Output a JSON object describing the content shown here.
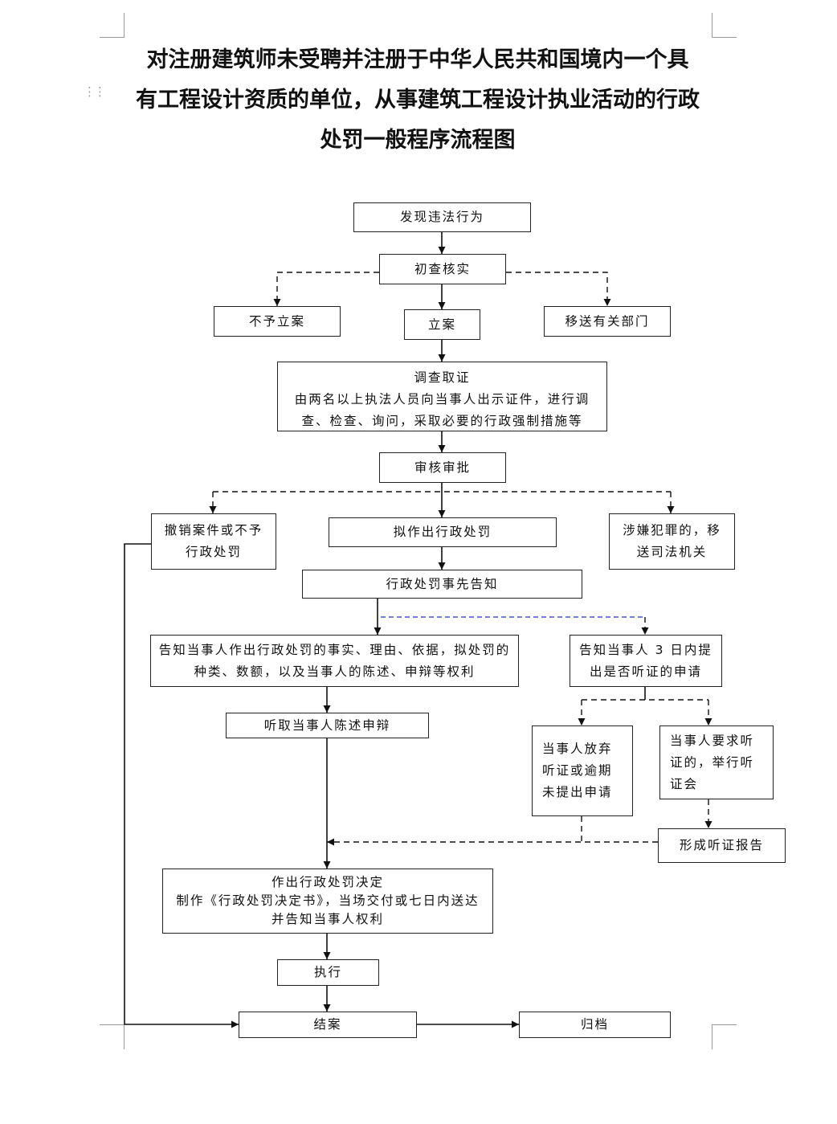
{
  "title": {
    "line1": "对注册建筑师未受聘并注册于中华人民共和国境内一个具",
    "line2": "有工程设计资质的单位，从事建筑工程设计执业活动的行政",
    "line3": "处罚一般程序流程图"
  },
  "nodes": {
    "discover": "发现违法行为",
    "initial_check": "初查核实",
    "no_filing": "不予立案",
    "filing": "立案",
    "transfer_dept": "移送有关部门",
    "investigate_title": "调查取证",
    "investigate_line2": "由两名以上执法人员向当事人出示证件，进行调",
    "investigate_line3": "查、检查、询问，采取必要的行政强制措施等",
    "review": "审核审批",
    "revoke_line1": "撤销案件或不予",
    "revoke_line2": "行政处罚",
    "draft_penalty": "拟作出行政处罚",
    "crime_line1": "涉嫌犯罪的，移",
    "crime_line2": "送司法机关",
    "prior_notice": "行政处罚事先告知",
    "notify_rights_line1": "告知当事人作出行政处罚的事实、理由、依据，拟处罚的",
    "notify_rights_line2": "种类、数额，以及当事人的陈述、申辩等权利",
    "notify_hearing_line1": "告知当事人 3 日内提",
    "notify_hearing_line2": "出是否听证的申请",
    "listen_statement": "听取当事人陈述申辩",
    "waive_line1": "当事人放弃",
    "waive_line2": "听证或逾期",
    "waive_line3": "未提出申请",
    "request_line1": "当事人要求听",
    "request_line2": "证的，举行听",
    "request_line3": "证会",
    "hearing_report": "形成听证报告",
    "decision_line1": "作出行政处罚决定",
    "decision_line2": "制作《行政处罚决定书》，当场交付或七日内送达",
    "decision_line3": "并告知当事人权利",
    "execute": "执行",
    "close_case": "结案",
    "archive": "归档"
  }
}
